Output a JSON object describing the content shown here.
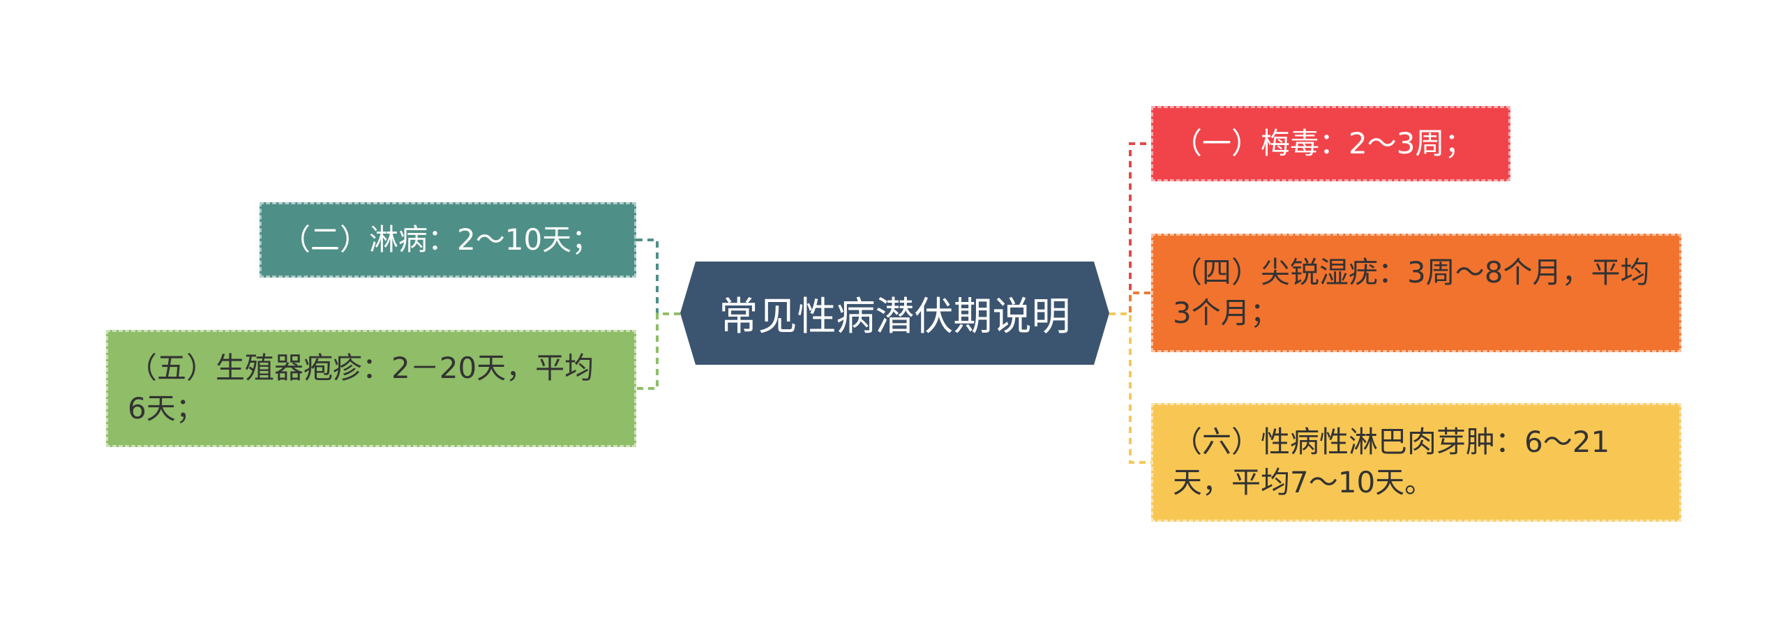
{
  "center": {
    "label": "常见性病潜伏期说明",
    "color": "#3b5470"
  },
  "branches": {
    "syphilis": {
      "label": "（一）梅毒：2～3周；",
      "color": "#f1444a"
    },
    "gonorrhea": {
      "label": "（二）淋病：2～10天；",
      "color": "#4e8f87"
    },
    "condyloma": {
      "label": "（四）尖锐湿疣：3周～8个月，平均3个月；",
      "color": "#f2732e"
    },
    "herpes": {
      "label": "（五）生殖器疱疹：2－20天，平均6天；",
      "color": "#8fbd68"
    },
    "lgv": {
      "label": "（六）性病性淋巴肉芽肿：6～21天，平均7～10天。",
      "color": "#f8c753"
    }
  }
}
